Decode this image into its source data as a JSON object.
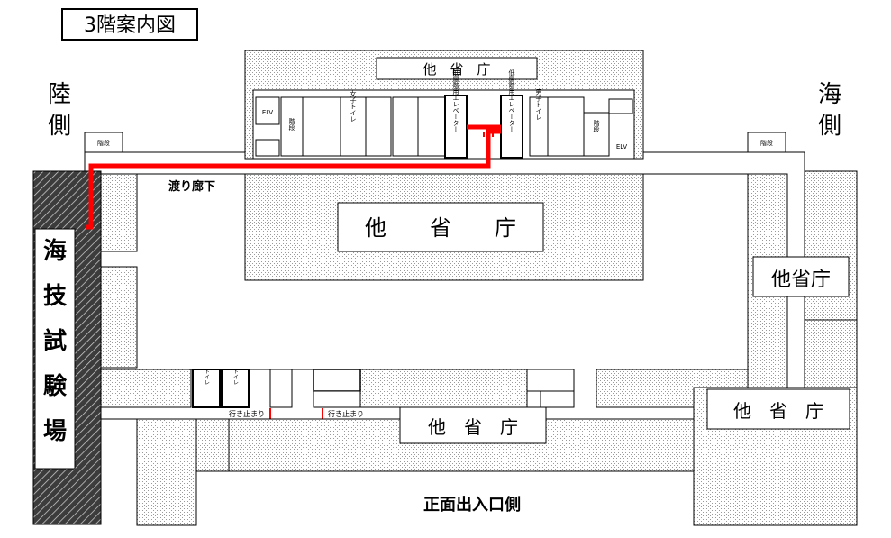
{
  "title": "3階案内図",
  "colors": {
    "route": "#ff0000",
    "hatch": "#b8b8b8",
    "wall": "#000000",
    "annex_dark": "#3c3c3c"
  },
  "labels": {
    "land_side_1": "陸",
    "land_side_2": "側",
    "sea_side_1": "海",
    "sea_side_2": "側",
    "top_block": "他　省　庁",
    "center_block": "他　　省　　庁",
    "right_block": "他省庁",
    "lower_right_block": "他　省　庁",
    "bottom_block": "他　省　庁",
    "corridor": "渡り廊下",
    "stairs_left": "階段",
    "stairs_right": "階段",
    "elv_left": "ELV",
    "elv_right": "ELV",
    "stairs_inner_left": "階段",
    "stairs_inner_right": "階段",
    "womens_toilet": "女子トイレ",
    "mens_toilet": "男子トイレ",
    "elevator_left": "低層階用エレベーター",
    "elevator_right": "低層階用エレベーター",
    "dead_end_left": "行き止まり",
    "dead_end_right": "行き止まり",
    "front_entrance": "正面出入口側",
    "annex": [
      "海",
      "技",
      "試",
      "験",
      "場"
    ],
    "small_toilet_a": "トイレ",
    "small_toilet_b": "トイレ"
  }
}
